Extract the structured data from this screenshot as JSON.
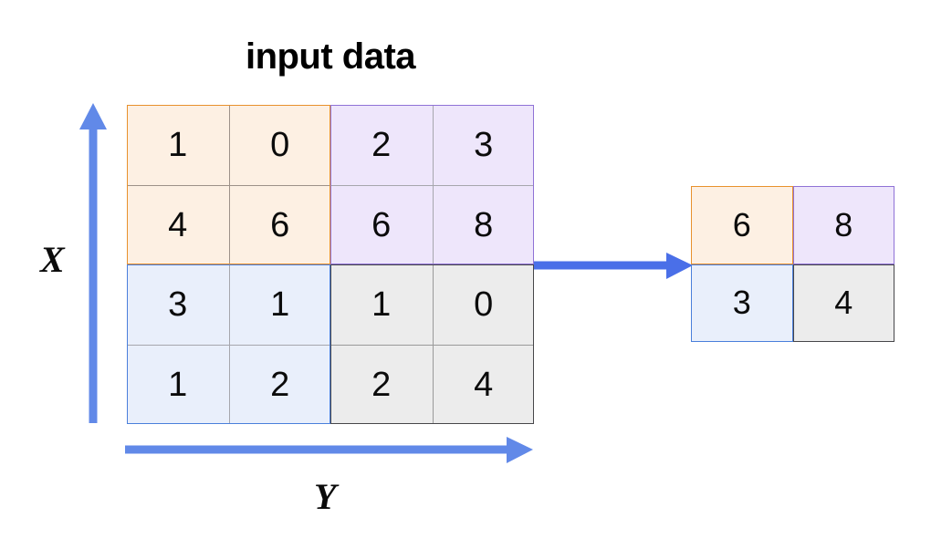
{
  "title": "input data",
  "axes": {
    "x_label": "X",
    "y_label": "Y",
    "arrow_color": "#6189e8",
    "flow_arrow_color": "#4a6fe8"
  },
  "palette": {
    "orange_fill": "#fdf0e3",
    "orange_border": "#e8912d",
    "purple_fill": "#eee6fb",
    "purple_border": "#8f72d6",
    "blue_fill": "#e9effb",
    "blue_border": "#4a7fdb",
    "gray_fill": "#ececec",
    "gray_border": "#46464a",
    "grid_line_warm": "#9d9189",
    "grid_line_cool": "#a6a6ad",
    "grid_line_gray": "#9a9a9a"
  },
  "chart_data": {
    "type": "table",
    "title": "input data",
    "xlabel": "X",
    "ylabel": "Y",
    "grid": true,
    "input_matrix": [
      [
        1,
        0,
        2,
        3
      ],
      [
        4,
        6,
        6,
        8
      ],
      [
        3,
        1,
        1,
        0
      ],
      [
        1,
        2,
        2,
        4
      ]
    ],
    "output_matrix": [
      [
        6,
        8
      ],
      [
        3,
        4
      ]
    ],
    "quadrants": [
      {
        "name": "top-left",
        "color": "orange",
        "values": [
          1,
          0,
          4,
          6
        ],
        "max": 6
      },
      {
        "name": "top-right",
        "color": "purple",
        "values": [
          2,
          3,
          6,
          8
        ],
        "max": 8
      },
      {
        "name": "bottom-left",
        "color": "blue",
        "values": [
          3,
          1,
          1,
          2
        ],
        "max": 3
      },
      {
        "name": "bottom-right",
        "color": "gray",
        "values": [
          1,
          0,
          2,
          4
        ],
        "max": 4
      }
    ]
  },
  "input_cells": [
    {
      "v": "1"
    },
    {
      "v": "0"
    },
    {
      "v": "2"
    },
    {
      "v": "3"
    },
    {
      "v": "4"
    },
    {
      "v": "6"
    },
    {
      "v": "6"
    },
    {
      "v": "8"
    },
    {
      "v": "3"
    },
    {
      "v": "1"
    },
    {
      "v": "1"
    },
    {
      "v": "0"
    },
    {
      "v": "1"
    },
    {
      "v": "2"
    },
    {
      "v": "2"
    },
    {
      "v": "4"
    }
  ],
  "output_cells": [
    {
      "v": "6"
    },
    {
      "v": "8"
    },
    {
      "v": "3"
    },
    {
      "v": "4"
    }
  ]
}
